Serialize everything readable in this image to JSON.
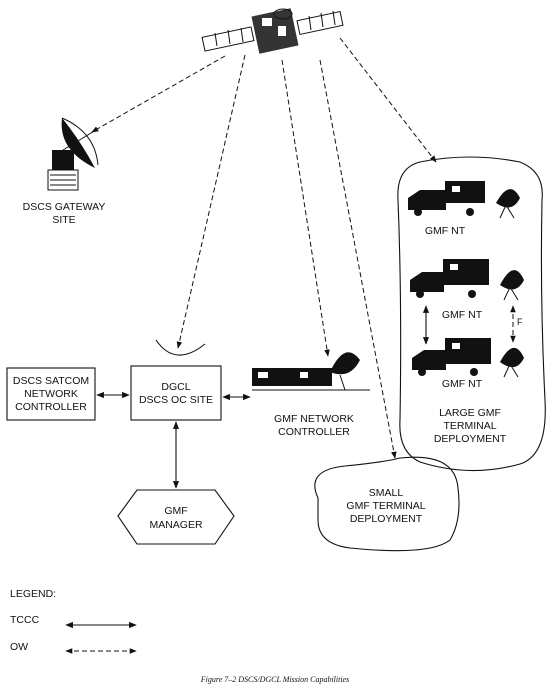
{
  "nodes": {
    "gateway": [
      "DSCS GATEWAY",
      "SITE"
    ],
    "netctrl": [
      "DSCS SATCOM",
      "NETWORK",
      "CONTROLLER"
    ],
    "dgcl": [
      "DGCL",
      "DSCS OC SITE"
    ],
    "gmfnetctrl": [
      "GMF NETWORK",
      "CONTROLLER"
    ],
    "manager": [
      "GMF",
      "MANAGER"
    ],
    "small": [
      "SMALL",
      "GMF TERMINAL",
      "DEPLOYMENT"
    ],
    "large": [
      "LARGE GMF",
      "TERMINAL",
      "DEPLOYMENT"
    ]
  },
  "terminals": [
    "GMF NT",
    "GMF NT",
    "GMF NT"
  ],
  "f_label": "F",
  "legend": {
    "title": "LEGEND:",
    "items": [
      {
        "label": "TCCC",
        "style": "solid"
      },
      {
        "label": "OW",
        "style": "dashed"
      }
    ]
  },
  "caption": "Figure 7–2   DSCS/DGCL Mission Capabilities"
}
